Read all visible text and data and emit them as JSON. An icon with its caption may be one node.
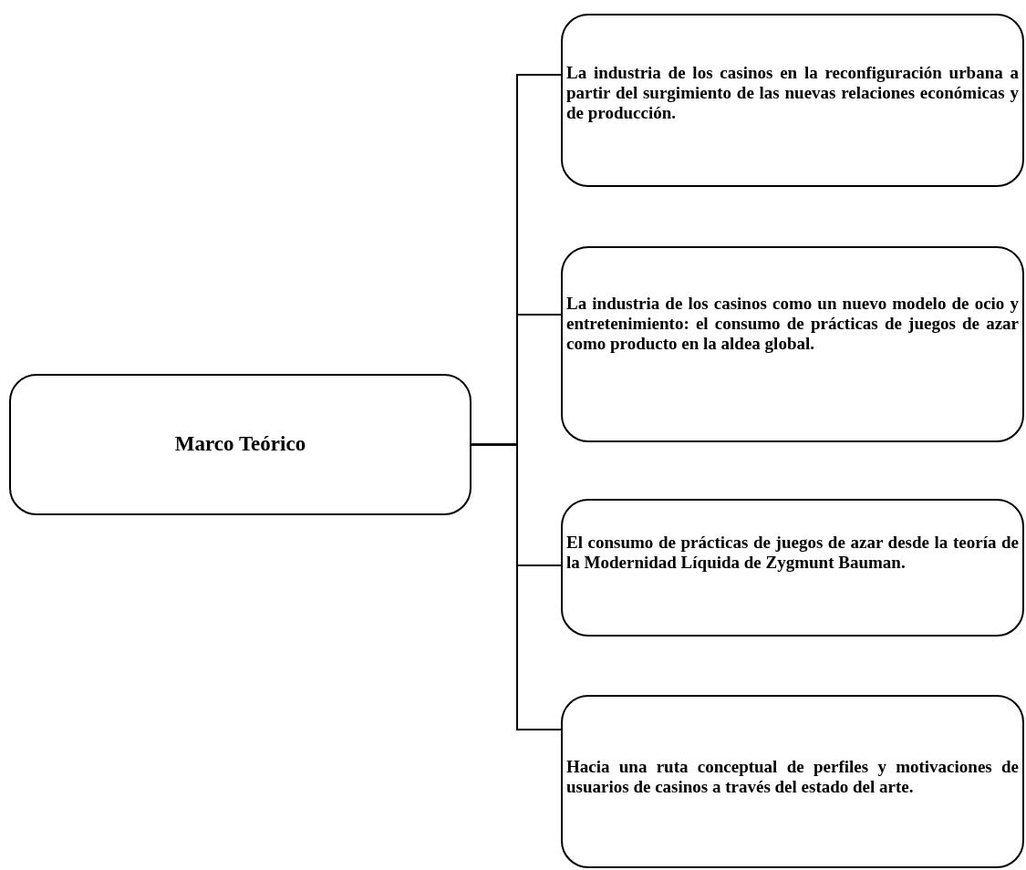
{
  "diagram": {
    "nodes": [
      {
        "text": [
          "Marco Teórico"
        ]
      },
      {
        "text": [
          "La industria de los casinos en la reconfiguración urbana a partir del surgimiento de las nuevas relaciones económicas y de producción."
        ]
      },
      {
        "text": [
          "La industria de los casinos como un nuevo modelo de ocio y entretenimiento: el consumo de prácticas de juegos de azar como producto en la aldea global."
        ]
      },
      {
        "text": [
          "El consumo de prácticas de juegos de azar desde la teoría de la Modernidad Líquida de Zygmunt Bauman."
        ]
      },
      {
        "text": [
          "Hacia una ruta conceptual de perfiles y motivaciones de usuarios de casinos a través del estado del arte."
        ]
      }
    ],
    "edges": [
      {
        "from": 0,
        "to": 1,
        "arrow": "none"
      },
      {
        "from": 0,
        "to": 2,
        "arrow": "none"
      },
      {
        "from": 0,
        "to": 3,
        "arrow": "none"
      },
      {
        "from": 0,
        "to": 4,
        "arrow": "none"
      }
    ]
  }
}
